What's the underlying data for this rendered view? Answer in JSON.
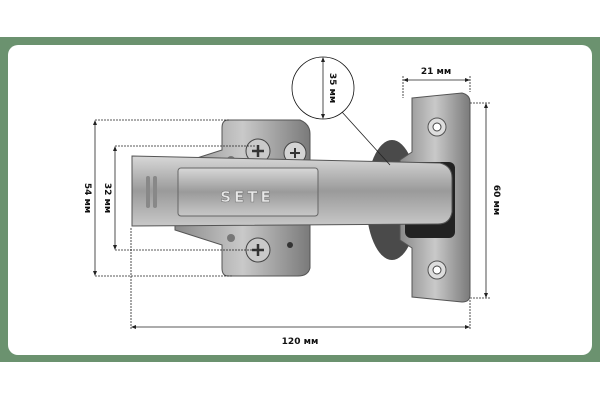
{
  "brand": "SETE",
  "dimensions": {
    "cup_diameter": "35 мм",
    "plate_width": "21 мм",
    "plate_height": "60 мм",
    "base_height": "54 мм",
    "screw_spacing": "32 мм",
    "total_length": "120 мм"
  },
  "colors": {
    "frame": "#6b926f",
    "card": "#ffffff",
    "metal": "#b8b8b8"
  }
}
